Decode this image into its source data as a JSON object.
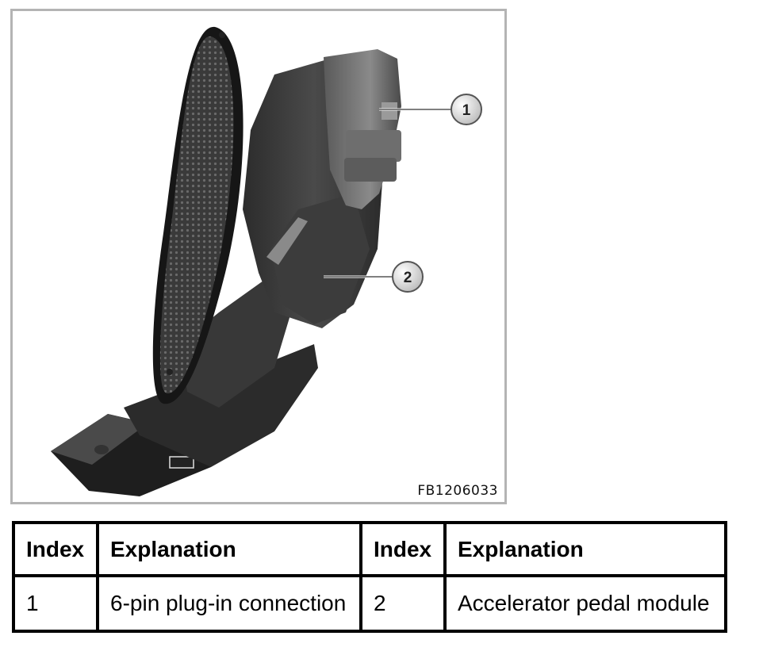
{
  "figure": {
    "code": "FB1206033",
    "callouts": [
      {
        "label": "1"
      },
      {
        "label": "2"
      }
    ]
  },
  "legend": {
    "headers": [
      "Index",
      "Explanation",
      "Index",
      "Explanation"
    ],
    "rows": [
      [
        "1",
        "6-pin plug-in connection",
        "2",
        "Accelerator pedal module"
      ]
    ]
  }
}
